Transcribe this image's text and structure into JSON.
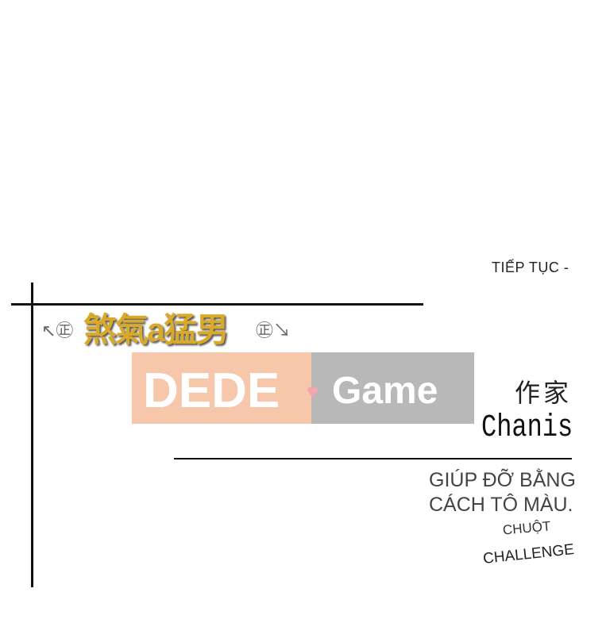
{
  "continue_label": "TIẾP TỤC -",
  "watermark": {
    "left_text": "DEDE",
    "heart": "♥",
    "right_text": "Game",
    "colors": {
      "left_bg": "#f6c7ab",
      "right_bg": "#b8b8b8",
      "heart": "#f3a7ad"
    }
  },
  "title_logo": {
    "text": "煞氣a猛男",
    "deco_left": "↖㊣",
    "deco_right": "㊣↘"
  },
  "author": {
    "label": "作家",
    "name": "Chanis"
  },
  "credits": {
    "line1": "GIÚP ĐỠ BẰNG",
    "line2": "CÁCH TÔ MÀU.",
    "overlay1": "CHUỘT",
    "overlay2": "CHALLENGE"
  }
}
